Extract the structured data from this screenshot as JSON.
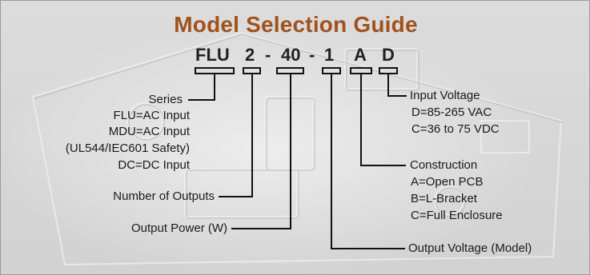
{
  "title": "Model Selection Guide",
  "model_code": {
    "series": "FLU",
    "outputs": "2",
    "dash1": "-",
    "power": "40",
    "dash2": "-",
    "voltage": "1",
    "construction": "A",
    "input": "D"
  },
  "series": {
    "heading": "Series",
    "lines": [
      "FLU=AC Input",
      "MDU=AC Input",
      "(UL544/IEC601 Safety)",
      "DC=DC Input"
    ]
  },
  "number_of_outputs": "Number of Outputs",
  "output_power": "Output Power (W)",
  "input_voltage": {
    "heading": "Input Voltage",
    "lines": [
      "D=85-265 VAC",
      "C=36 to 75 VDC"
    ]
  },
  "construction": {
    "heading": "Construction",
    "lines": [
      "A=Open PCB",
      "B=L-Bracket",
      "C=Full Enclosure"
    ]
  },
  "output_voltage": "Output Voltage (Model)",
  "colors": {
    "title": "#a0521d",
    "text": "#1a1a1a",
    "background": "#d6d6d6"
  }
}
